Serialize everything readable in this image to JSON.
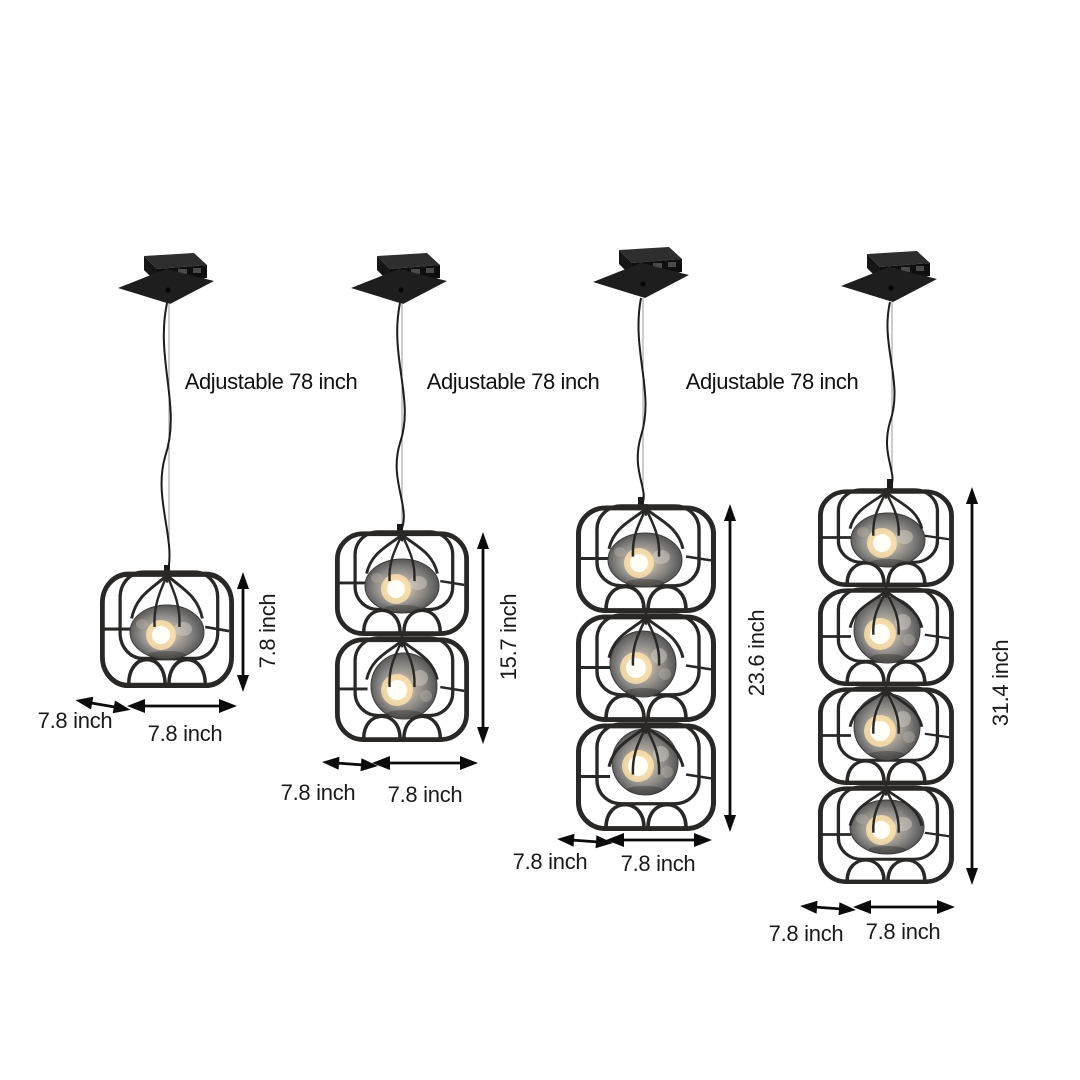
{
  "annotations": {
    "adjustable": [
      "Adjustable 78 inch",
      "Adjustable 78 inch",
      "Adjustable 78 inch"
    ]
  },
  "fixtures": [
    {
      "modules": 1,
      "height": "7.8 inch",
      "depth": "7.8 inch",
      "width": "7.8 inch"
    },
    {
      "modules": 2,
      "height": "15.7 inch",
      "depth": "7.8 inch",
      "width": "7.8 inch"
    },
    {
      "modules": 3,
      "height": "23.6 inch",
      "depth": "7.8 inch",
      "width": "7.8 inch"
    },
    {
      "modules": 4,
      "height": "31.4 inch",
      "depth": "7.8 inch",
      "width": "7.8 inch"
    }
  ],
  "colors": {
    "background": "#ffffff",
    "text": "#1a1a1a",
    "arrow": "#0b0b0b",
    "cage_wire": "#292826",
    "canopy": "#1e1e1e",
    "glass_glow": "#ffe3ae",
    "glass_smoke": "#6b6b6b"
  }
}
